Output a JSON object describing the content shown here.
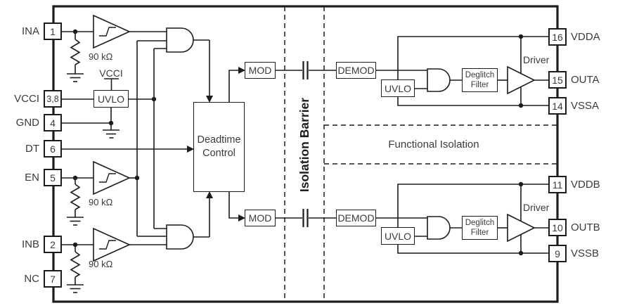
{
  "pins": {
    "left": [
      {
        "name": "INA",
        "number": "1"
      },
      {
        "name": "VCCI",
        "number": "3,8"
      },
      {
        "name": "GND",
        "number": "4"
      },
      {
        "name": "DT",
        "number": "6"
      },
      {
        "name": "EN",
        "number": "5"
      },
      {
        "name": "INB",
        "number": "2"
      },
      {
        "name": "NC",
        "number": "7"
      }
    ],
    "right": [
      {
        "number": "16",
        "name": "VDDA"
      },
      {
        "number": "15",
        "name": "OUTA"
      },
      {
        "number": "14",
        "name": "VSSA"
      },
      {
        "number": "11",
        "name": "VDDB"
      },
      {
        "number": "10",
        "name": "OUTB"
      },
      {
        "number": "9",
        "name": "VSSB"
      }
    ]
  },
  "blocks": {
    "uvlo_input": "UVLO",
    "deadtime": {
      "line1": "Deadtime",
      "line2": "Control"
    },
    "mod_a": "MOD",
    "mod_b": "MOD",
    "demod_a": "DEMOD",
    "demod_b": "DEMOD",
    "uvlo_a": "UVLO",
    "uvlo_b": "UVLO",
    "deglitch_a": {
      "line1": "Deglitch",
      "line2": "Filter"
    },
    "deglitch_b": {
      "line1": "Deglitch",
      "line2": "Filter"
    }
  },
  "labels": {
    "vcci_rail": "VCCI",
    "resistor_ina": "90 kΩ",
    "resistor_en": "90 kΩ",
    "resistor_inb": "90 kΩ",
    "isolation_barrier": "Isolation Barrier",
    "functional_isolation": "Functional Isolation",
    "driver_a": "Driver",
    "driver_b": "Driver"
  },
  "colors": {
    "line": "#1c1c1c",
    "text": "#3a3a3a",
    "background": "#ffffff"
  }
}
